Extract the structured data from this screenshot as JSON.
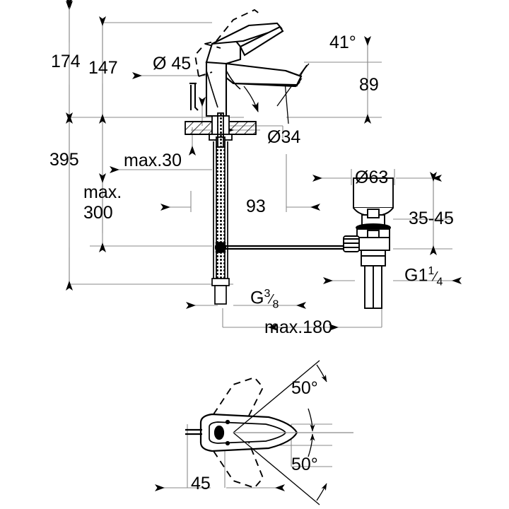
{
  "document": {
    "type": "technical-drawing",
    "subject": "single-lever basin mixer with pop-up waste",
    "units": "mm",
    "views": [
      "front elevation",
      "top plan view"
    ]
  },
  "dimensions": {
    "height_spout_outlet": "174",
    "height_to_spout_base": "147",
    "total_height": "395",
    "handle_clearance_behind": "max.30",
    "supply_hose_length": "max. 300",
    "supply_hose_length_line1": "max.",
    "supply_hose_length_line2": "300",
    "body_diameter": "Ø 45",
    "mounting_hole_diameter": "Ø34",
    "spout_reach": "93",
    "spout_height": "89",
    "spout_angle": "41°",
    "waste_flange_diameter": "Ø63",
    "basin_thickness_range": "35-45",
    "max_spread": "max.180",
    "supply_thread": "G 3/8",
    "supply_thread_prefix": "G",
    "supply_thread_num": "3",
    "supply_thread_den": "8",
    "waste_thread": "G1 1/4",
    "waste_thread_prefix": "G1",
    "waste_thread_num": "1",
    "waste_thread_den": "4",
    "handle_swivel_up": "50°",
    "handle_swivel_down": "50°",
    "handle_offset": "45"
  },
  "colors": {
    "geometry": "#000000",
    "dimension_line": "#8a8a8a",
    "background": "#ffffff",
    "hidden_line": "#000000"
  }
}
